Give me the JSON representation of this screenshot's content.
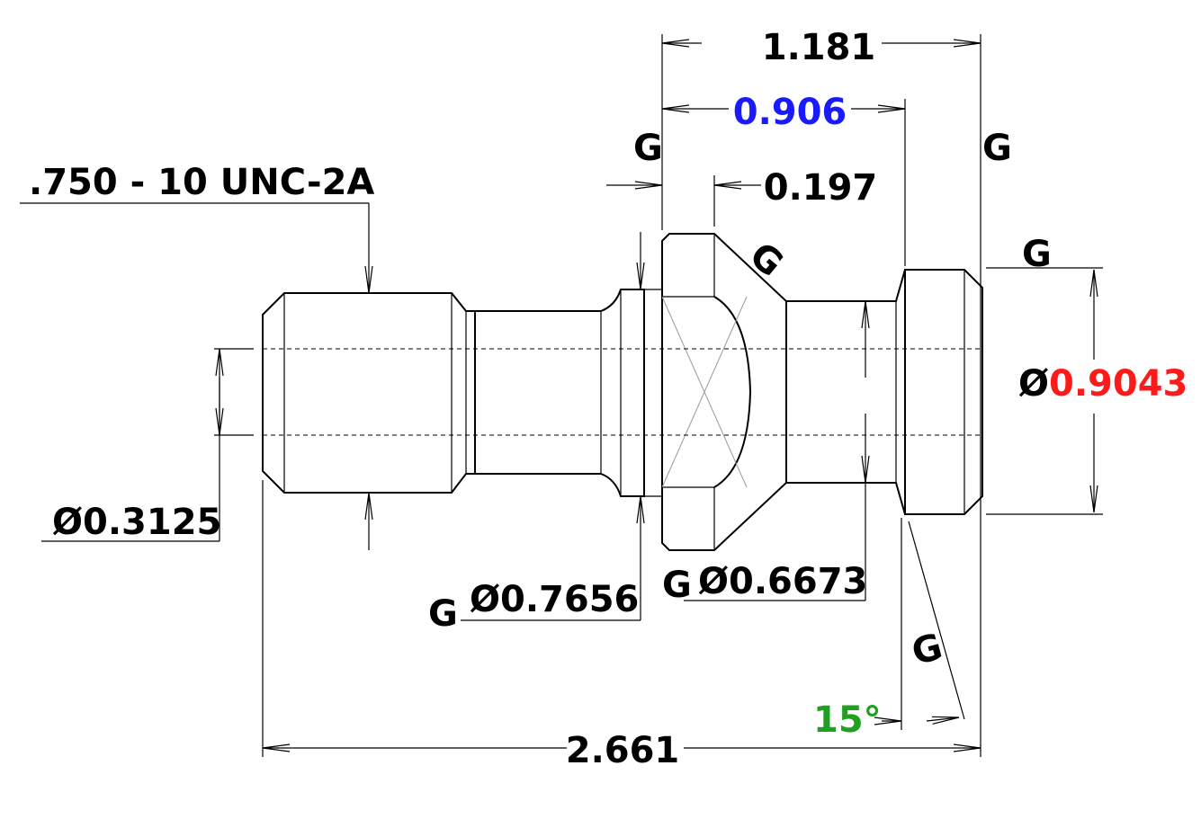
{
  "drawing": {
    "dimensions": {
      "length_overall": "2.661",
      "flange_to_end": "1.181",
      "flange_to_neck": "0.906",
      "flange_width": "0.197",
      "thread_spec": ".750 - 10 UNC-2A",
      "bore_diameter": "Ø0.3125",
      "collar_diameter": "Ø0.7656",
      "neck_diameter": "Ø0.6673",
      "head_diameter_symbol": "Ø",
      "head_diameter_value": "0.9043",
      "angle": "15°"
    },
    "grip_labels": {
      "g1": "G",
      "g2": "G",
      "g3": "G",
      "g4": "G",
      "g5": "G",
      "g6": "G",
      "g7": "G"
    },
    "colors": {
      "line": "#000000",
      "blue_dim": "#1a1aff",
      "red_dim": "#ff1a1a",
      "green_dim": "#1fa01f"
    }
  }
}
